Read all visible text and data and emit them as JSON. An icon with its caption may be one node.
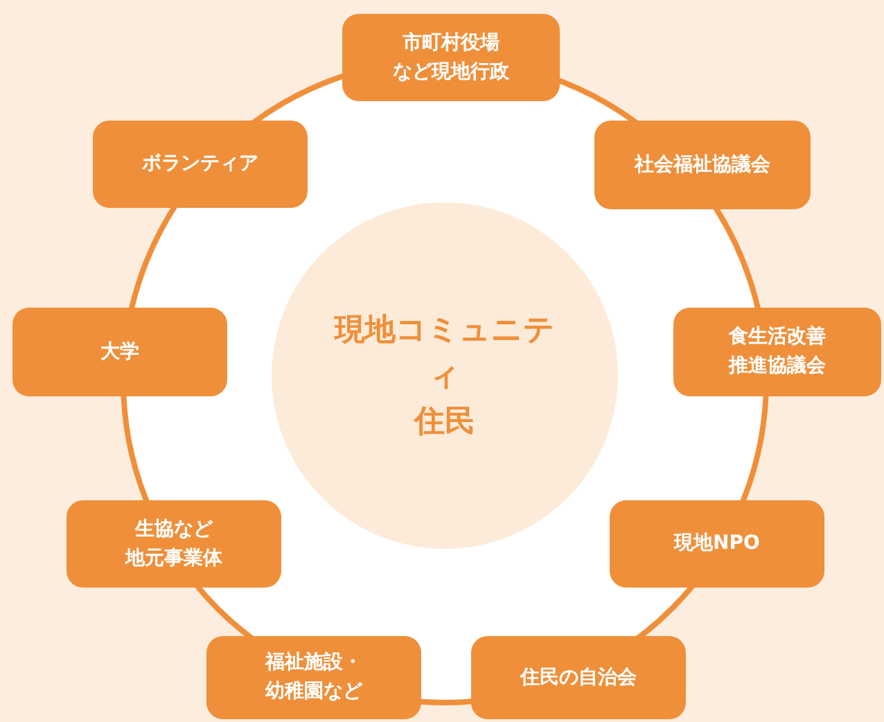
{
  "diagram": {
    "nodes": [
      {
        "text": [
          "現地コミュニティ住民"
        ]
      },
      {
        "text": [
          "市町村役場など現地行政"
        ]
      },
      {
        "text": [
          "社会福祉協議会"
        ]
      },
      {
        "text": [
          "食生活改善推進協議会"
        ]
      },
      {
        "text": [
          "現地NPO"
        ]
      },
      {
        "text": [
          "住民の自治会"
        ]
      },
      {
        "text": [
          "福祉施設・幼稚園など"
        ]
      },
      {
        "text": [
          "生協など地元事業体"
        ]
      },
      {
        "text": [
          "大学"
        ]
      },
      {
        "text": [
          "ボランティア"
        ]
      }
    ]
  }
}
